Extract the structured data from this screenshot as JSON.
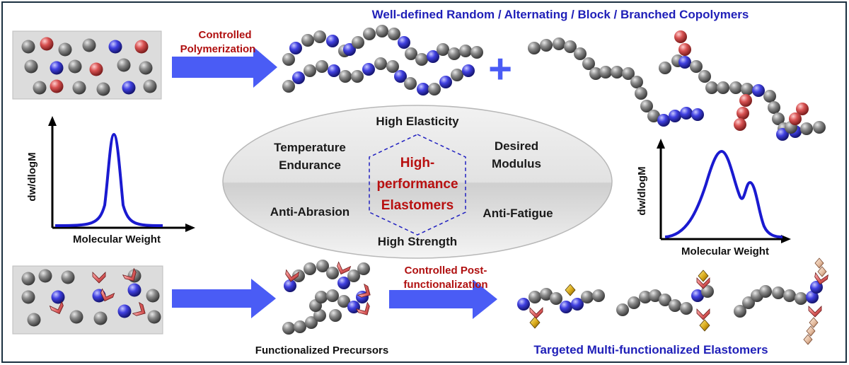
{
  "title_top": "Well-defined Random / Alternating / Block / Branched Copolymers",
  "title_bottom": "Targeted Multi-functionalized Elastomers",
  "arrow_top_label": [
    "Controlled",
    "Polymerization"
  ],
  "arrow_bottom_label": [
    "Controlled Post-",
    "functionalization"
  ],
  "plus_sign": "+",
  "precursors_label": "Functionalized Precursors",
  "center": {
    "title": [
      "High-",
      "performance",
      "Elastomers"
    ],
    "properties": {
      "top": "High Elasticity",
      "top_left": [
        "Temperature",
        "Endurance"
      ],
      "top_right": [
        "Desired",
        "Modulus"
      ],
      "bottom_left": "Anti-Abrasion",
      "bottom_right": "Anti-Fatigue",
      "bottom": "High Strength"
    }
  },
  "plot_left": {
    "ylabel": "dw/dlogM",
    "xlabel": "Molecular Weight",
    "peaks": "unimodal narrow"
  },
  "plot_right": {
    "ylabel": "dw/dlogM",
    "xlabel": "Molecular Weight",
    "peaks": "bimodal broad"
  },
  "colors": {
    "blue_text": "#1f1fb8",
    "red_text": "#b01010",
    "arrow": "#4a5cf5",
    "curve": "#1a1ad0",
    "gray_bead": "#777777",
    "blue_bead": "#3a3ae0",
    "red_bead": "#d05050",
    "box_bg": "#dcdcdc",
    "center_title": "#b81010"
  }
}
